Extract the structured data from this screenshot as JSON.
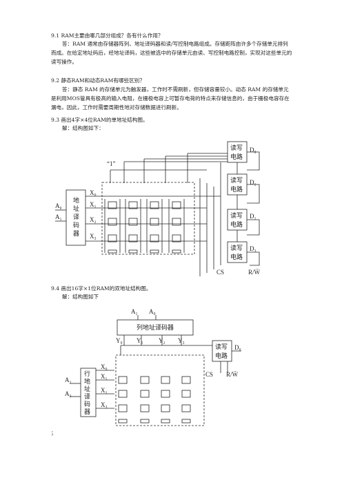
{
  "doc": {
    "q1": "9.1 RAM主要由哪几部分组成？各有什么作用？",
    "a1": "答：RAM 通常由存储器阵列、地址译码器和读/写控制电路组成。存储距阵由许多个存储单元排列而成。在给定地址码后，经地址译码，这些被选中的存储单元由读、写控制电路控制，实现对这些单元的读写操作。",
    "q2": "9.2 静态RAM和动态RAM有哪些区别？",
    "a2": "答：静态 RAM 的存储单元为触发器，工作时不需刷新，但存储容量较小。动态 RAM 的存储单元是利用MOS管具有极高的输入电阻，在栅极电容上可暂存电荷的特点来存储信息的，由于栅极电容存在漏电，因此，工作时需要周期性地对存储数据进行刷新。",
    "q3": "9.3 画出4字×4位RAM的单地址结构图。",
    "s3": "解：结构图如下：",
    "q4": "9.4 画出16字×1位RAM的双地址结构图。",
    "s4": "解：结构图如下",
    "footer": "；"
  },
  "fig1": {
    "decoder": [
      "地",
      "址",
      "译",
      "码",
      "器"
    ],
    "inputs": [
      "A₀",
      "A₁"
    ],
    "rows": [
      "X₀",
      "X₁",
      "X₂",
      "X₃"
    ],
    "quote_one": "“1”",
    "rw_circuit": [
      "读写",
      "电路"
    ],
    "outputs": [
      "D₀",
      "D₁",
      "D₂",
      "D₃"
    ],
    "cs": "CS",
    "rw": "R/W̄"
  },
  "fig2": {
    "addr_inputs": [
      "A₁",
      "A₀"
    ],
    "col_decoder": "列地址译码器",
    "cols": [
      "Y₀",
      "Y₁",
      "Y₂",
      "Y₃"
    ],
    "row_decoder": [
      "行",
      "地",
      "址",
      "译",
      "码",
      "器"
    ],
    "inputs": [
      "A₂",
      "A₃"
    ],
    "rows": [
      "X₀",
      "X₁",
      "X₂",
      "X₃"
    ],
    "rw_circuit": [
      "读写",
      "电路"
    ],
    "output": "D₀",
    "cs": "CS",
    "rw": "R/W̄"
  }
}
